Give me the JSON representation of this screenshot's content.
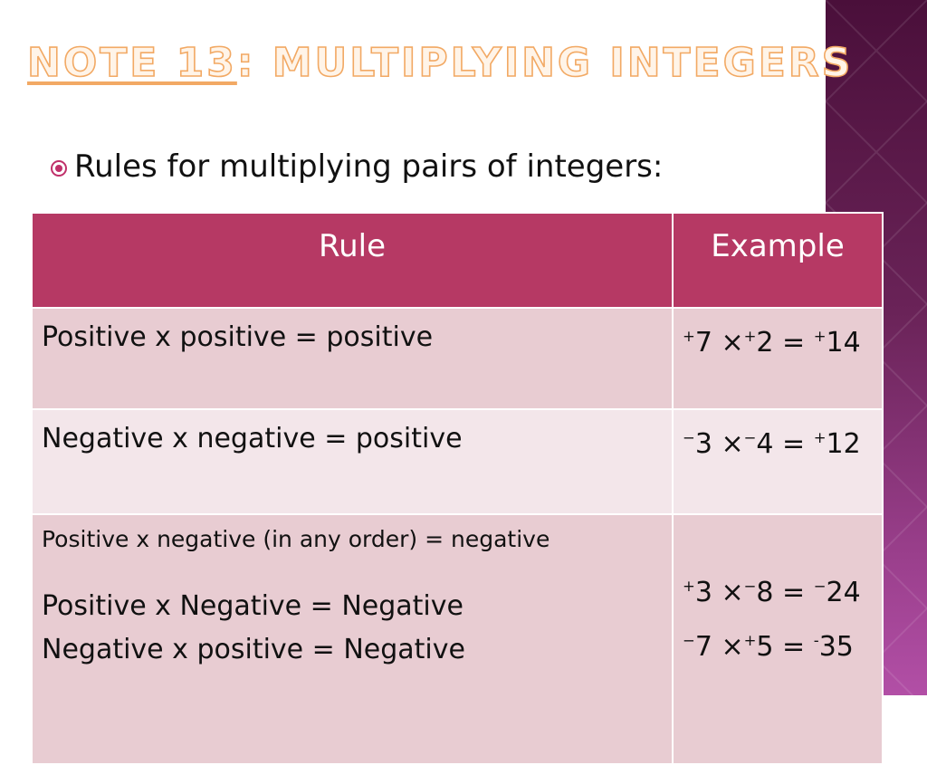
{
  "slide": {
    "title_part1": "NOTE 13",
    "title_part2": ":  MULTIPLYING INTEGERS",
    "bullet": "Rules for multiplying pairs of integers:",
    "table": {
      "headers": [
        "Rule",
        "Example"
      ],
      "rows": [
        {
          "rule": "Positive x positive = positive",
          "example": [
            {
              "s1": "+",
              "a": "7 ×",
              "s2": "+",
              "b": "2 = ",
              "s3": "+",
              "c": "14"
            }
          ]
        },
        {
          "rule": "Negative x negative = positive",
          "example": [
            {
              "s1": "−",
              "a": "3 ×",
              "s2": "−",
              "b": "4 = ",
              "s3": "+",
              "c": "12"
            }
          ]
        },
        {
          "rule_small": "Positive x negative (in any order) = negative",
          "rule_lines": [
            "Positive x Negative = Negative",
            "Negative x positive = Negative"
          ],
          "example": [
            {
              "s1": "+",
              "a": "3 ×",
              "s2": "−",
              "b": "8 = ",
              "s3": "−",
              "c": "24"
            },
            {
              "s1": "−",
              "a": "7 ×",
              "s2": "+",
              "b": "5 = ",
              "s3": "-",
              "c": "35"
            }
          ]
        }
      ]
    }
  },
  "colors": {
    "header_bg": "#b63964",
    "row_dark": "#e8ccd2",
    "row_light": "#f3e6ea",
    "title_outline": "#f2a964",
    "bullet_color": "#c0306a",
    "side_band_top": "#4a0f3a",
    "side_band_bottom": "#b24fa6"
  },
  "icons": {
    "bullet": "radio-bullet-icon"
  }
}
